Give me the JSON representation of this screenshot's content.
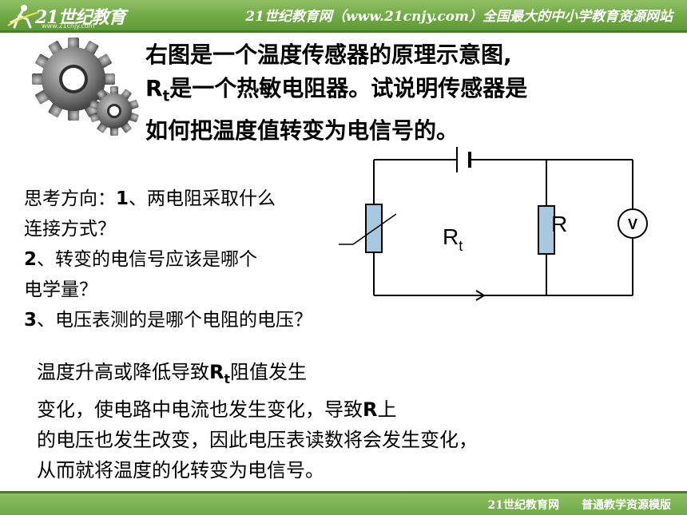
{
  "header": {
    "logo_text": "21世纪教育",
    "logo_sub": "www.21cnjy.com",
    "slogan": "21世纪教育网（www.21cnjy.com）全国最大的中小学教育资源网站"
  },
  "footer": {
    "text": "21世纪教育网　　普通教学资源模版"
  },
  "question": {
    "line1": "右图是一个温度传感器的原理示意图,",
    "line2_main": "R",
    "line2_sub": "t",
    "line2_rest": "是一个热敏电阻器。试说明传感器是",
    "line3": "如何把温度值转变为电信号的。"
  },
  "thinking": {
    "line1_prefix": "思考方向：",
    "line1_num": "1",
    "line1_rest": "、两电阻采取什么",
    "line2": "连接方式？",
    "line3_num": "2",
    "line3_rest": "、转变的电信号应该是哪个",
    "line4": "电学量？",
    "line5_num": "3",
    "line5_rest": "、电压表测的是哪个电阻的电压？"
  },
  "circuit": {
    "rt_main": "R",
    "rt_sub": "t",
    "r_label": "R",
    "meter_label": "V"
  },
  "answer": {
    "line1_pre": "温度升高或降低导致",
    "line1_r": "R",
    "line1_sub": "t",
    "line1_post": "阻值发生",
    "line2_pre": "变化，使电路中电流也发生变化，导致",
    "line2_r": "R",
    "line2_post": "上",
    "line3": "的电压也发生改变，因此电压表读数将会发生变化，",
    "line4": "从而就将温度的化转变为电信号。"
  },
  "colors": {
    "header_green": "#6ea844",
    "resistor_fill": "#a8c8e0"
  }
}
